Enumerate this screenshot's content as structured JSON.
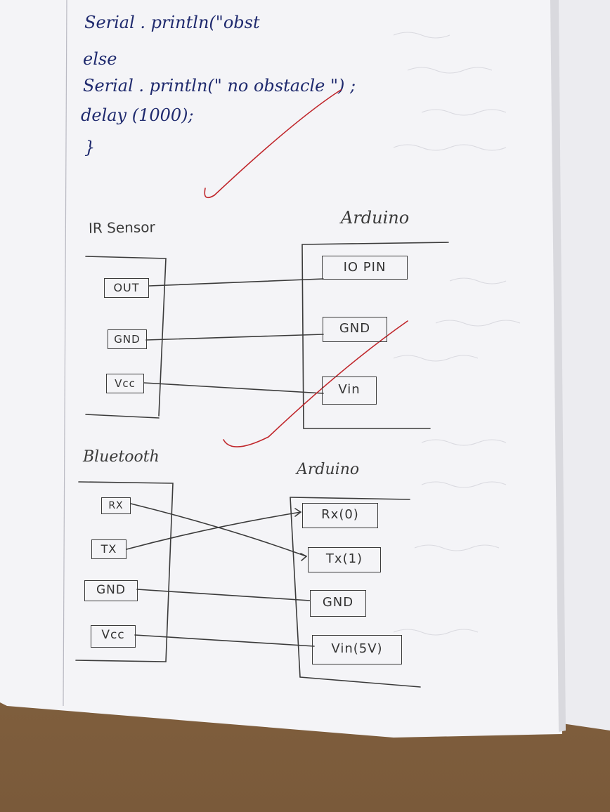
{
  "code": {
    "lines": [
      "Serial . println(\"obst",
      "else",
      "Serial . println(\" no   obstacle \") ;",
      "delay (1000);",
      "}"
    ]
  },
  "ir_section": {
    "sensor_title": "IR Sensor",
    "board_title": "Arduino",
    "sensor_pins": [
      "OUT",
      "GND",
      "Vcc"
    ],
    "board_pins": [
      "IO PIN",
      "GND",
      "Vin"
    ]
  },
  "bt_section": {
    "sensor_title": "Bluetooth",
    "board_title": "Arduino",
    "sensor_pins": [
      "RX",
      "TX",
      "GND",
      "Vcc"
    ],
    "board_pins": [
      "Rx(0)",
      "Tx(1)",
      "GND",
      "Vin(5V)"
    ]
  },
  "colors": {
    "ink_blue": "#1f2a6e",
    "pencil": "#3b3b3b",
    "red_check": "#c0262b",
    "paper": "#f3f3f6"
  }
}
